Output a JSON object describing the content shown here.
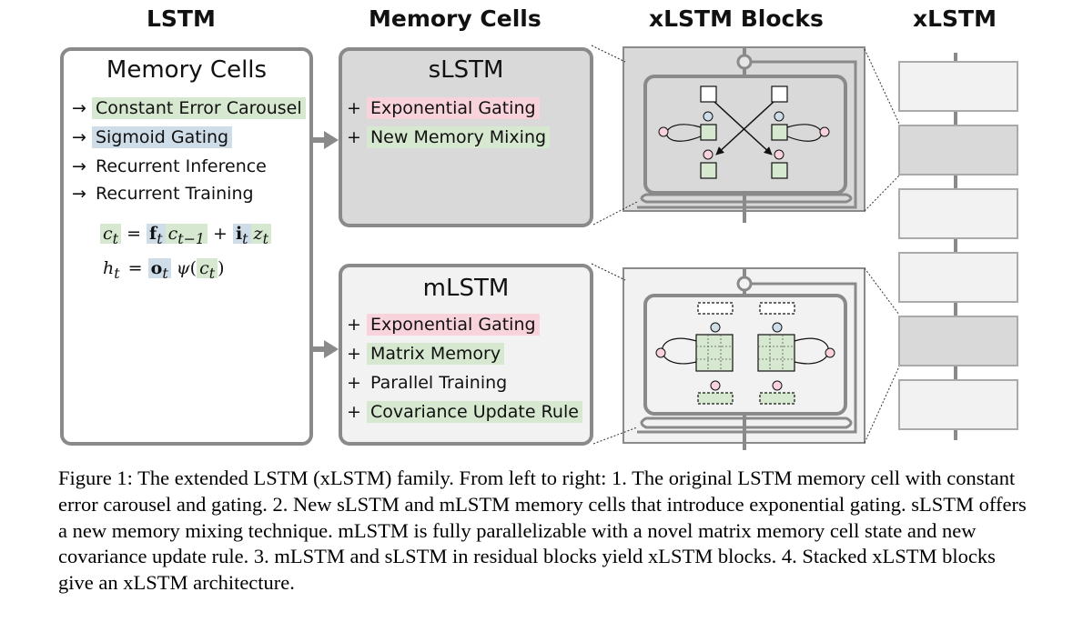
{
  "headers": {
    "lstm": "LSTM",
    "memory_cells": "Memory Cells",
    "xlstm_blocks": "xLSTM Blocks",
    "xlstm": "xLSTM"
  },
  "lstm_box": {
    "title": "Memory Cells",
    "arrow": "→",
    "items": [
      "Constant Error Carousel",
      "Sigmoid Gating",
      "Recurrent Inference",
      "Recurrent Training"
    ],
    "eq1": {
      "lhs": "c",
      "lhs_sub": "t",
      "f": "f",
      "f_sub": "t",
      "c_prev": "c",
      "c_prev_sub": "t−1",
      "i": "i",
      "i_sub": "t",
      "z": "z",
      "z_sub": "t"
    },
    "eq2": {
      "lhs": "h",
      "lhs_sub": "t",
      "o": "o",
      "o_sub": "t",
      "psi": "ψ",
      "c": "c",
      "c_sub": "t"
    }
  },
  "slstm_box": {
    "title": "sLSTM",
    "plus": "+",
    "items": [
      "Exponential Gating",
      "New Memory Mixing"
    ]
  },
  "mlstm_box": {
    "title": "mLSTM",
    "plus": "+",
    "items": [
      "Exponential Gating",
      "Matrix Memory",
      "Parallel Training",
      "Covariance Update Rule"
    ]
  },
  "colors": {
    "green": "#d6e8d0",
    "blue": "#cfdde9",
    "pink": "#f8d3dc",
    "border": "#8a8a8a",
    "box_fill_dark": "#d9d9d9",
    "box_fill_light": "#f2f2f2"
  },
  "caption": "Figure 1: The extended LSTM (xLSTM) family. From left to right: 1. The original LSTM memory cell with constant error carousel and gating. 2. New sLSTM and mLSTM memory cells that introduce exponential gating. sLSTM offers a new memory mixing technique. mLSTM is fully parallelizable with a novel matrix memory cell state and new covariance update rule. 3. mLSTM and sLSTM in residual blocks yield xLSTM blocks. 4. Stacked xLSTM blocks give an xLSTM architecture."
}
